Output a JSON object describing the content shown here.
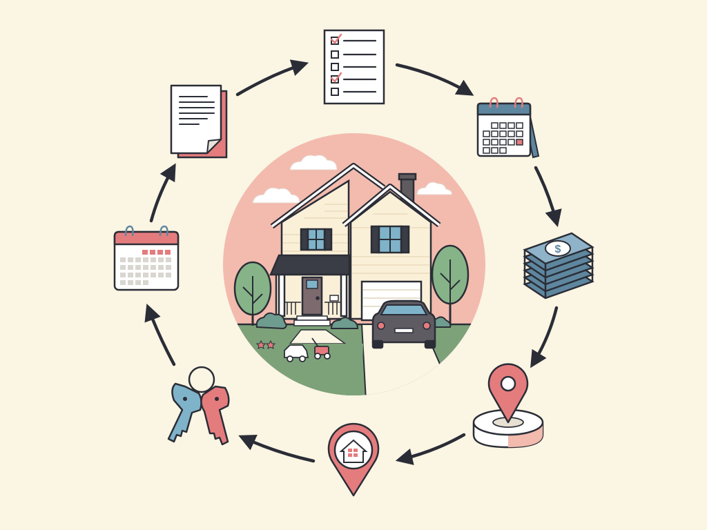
{
  "diagram": {
    "type": "cycle",
    "center": {
      "icon": "house-icon",
      "scene": "suburban-house-with-car"
    },
    "steps": [
      {
        "icon": "checklist-icon"
      },
      {
        "icon": "calendar-icon"
      },
      {
        "icon": "money-stack-icon"
      },
      {
        "icon": "location-pin-platform-icon"
      },
      {
        "icon": "home-location-pin-icon"
      },
      {
        "icon": "keys-icon"
      },
      {
        "icon": "calendar-icon"
      },
      {
        "icon": "document-icon"
      }
    ],
    "arrow_direction": "clockwise"
  },
  "colors": {
    "background": "#FBF5E3",
    "circle": "#F2BBAE",
    "accent": "#E47C7E",
    "outline": "#2A2D36",
    "slate_blue": "#5E879F",
    "grass": "#7DA27A",
    "tree": "#86B488",
    "house_siding": "#FAF0D8",
    "paper": "#FFFFFF"
  }
}
